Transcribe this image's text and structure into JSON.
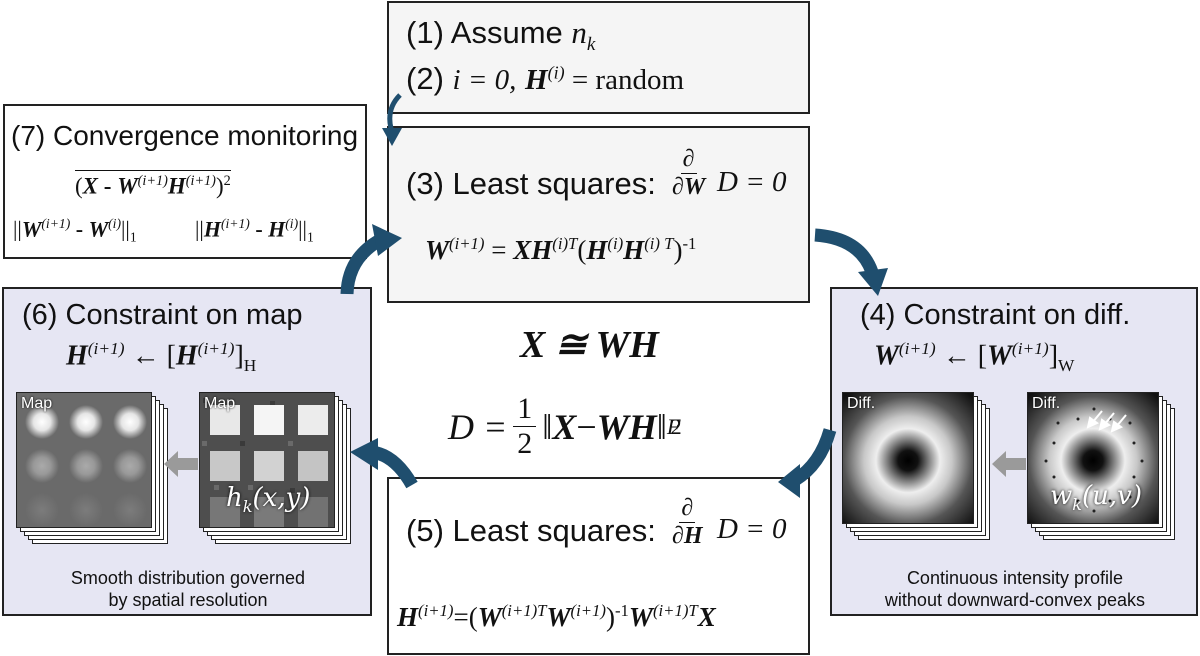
{
  "step1": {
    "label": "(1) Assume",
    "var": "n",
    "sub": "k"
  },
  "step2": {
    "label": "(2)",
    "i_eq": "i = 0,",
    "H": "H",
    "sup": "(i)",
    "rhs": " = random"
  },
  "step3": {
    "title": "(3) Least squares:",
    "num": "∂",
    "den": "∂W",
    "rhs": "D = 0",
    "formula": {
      "lhs": "W",
      "lhs_sup": "(i+1)",
      "eq": " = ",
      "X": "X",
      "H1": "H",
      "H1_sup": "(i)T",
      "paren_open": "(",
      "H2": "H",
      "H2_sup": "(i)",
      "H3": "H",
      "H3_sup": "(i) T",
      "paren_close": ")",
      "inv": "-1"
    }
  },
  "step4": {
    "title": "(4) Constraint on diff.",
    "lhs": "W",
    "lhs_sup": "(i+1)",
    "arrow": " ← [",
    "W": "W",
    "W_sup": "(i+1)",
    "close": "]",
    "sub": "W",
    "img1_label": "Diff.",
    "img2_label": "Diff.",
    "func": "w",
    "func_sub": "k",
    "func_args": "(u,v)",
    "caption1": "Continuous intensity profile",
    "caption2": "without downward-convex peaks"
  },
  "step5": {
    "title": "(5) Least squares:",
    "num": "∂",
    "den": "∂H",
    "rhs": "D = 0",
    "formula": {
      "lhs": "H",
      "lhs_sup": "(i+1)",
      "eq": "=(",
      "W1": "W",
      "W1_sup": "(i+1)T",
      "W2": "W",
      "W2_sup": "(i+1)",
      "close": ")",
      "inv": "-1",
      "W3": "W",
      "W3_sup": "(i+1)T",
      "X": "X"
    }
  },
  "step6": {
    "title": "(6) Constraint on map",
    "lhs": "H",
    "lhs_sup": "(i+1)",
    "arrow": " ← [",
    "H": "H",
    "H_sup": "(i+1)",
    "close": "]",
    "sub": "H",
    "img1_label": "Map",
    "img2_label": "Map",
    "func": "h",
    "func_sub": "k",
    "func_args": "(x,y)",
    "caption1": "Smooth distribution governed",
    "caption2": "by spatial resolution"
  },
  "step7": {
    "title": "(7) Convergence monitoring",
    "mse": {
      "open": "(",
      "X": "X",
      "minus": " - ",
      "W": "W",
      "W_sup": "(i+1)",
      "H": "H",
      "H_sup": "(i+1)",
      "close": ")",
      "pow": "2"
    },
    "n1": {
      "open": "||",
      "W": "W",
      "W_sup": "(i+1)",
      "minus": " - ",
      "W2": "W",
      "W2_sup": "(i)",
      "close": "||",
      "sub": "1"
    },
    "n2": {
      "open": "||",
      "H": "H",
      "H_sup": "(i+1)",
      "minus": " - ",
      "H2": "H",
      "H2_sup": "(i)",
      "close": "||",
      "sub": "1"
    }
  },
  "center": {
    "model": "X ≅ WH",
    "D": "D =",
    "half_num": "1",
    "half_den": "2",
    "norm_open": "‖",
    "X": "X",
    "minus": " − ",
    "WH": "WH",
    "norm_close": "‖",
    "sub": "F",
    "pow": "2"
  },
  "colors": {
    "arrow": "#1f4e6e",
    "lavender": "#e6e6f3",
    "border": "#222222"
  }
}
